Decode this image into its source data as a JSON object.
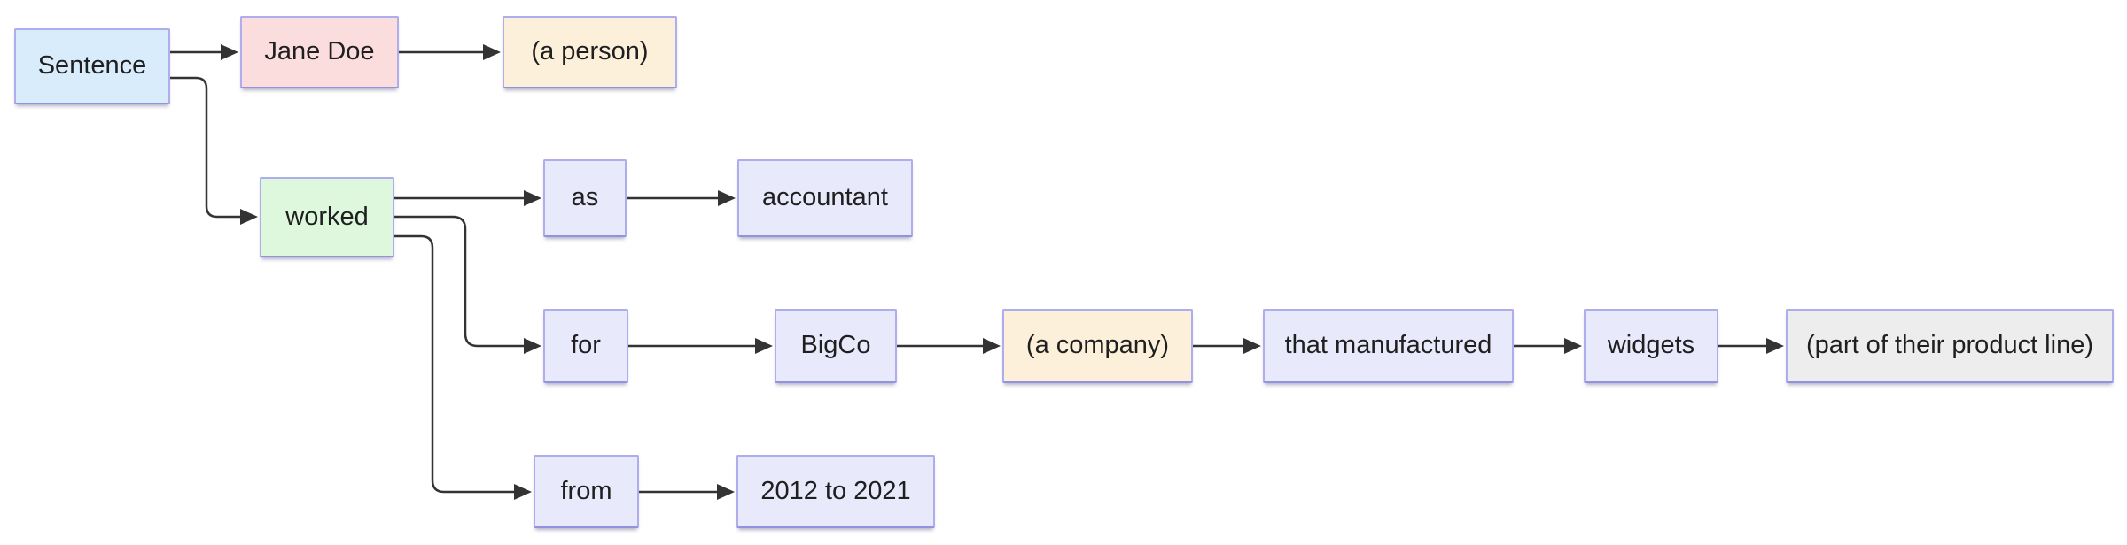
{
  "diagram": {
    "type": "flowchart-lr",
    "background_color": "#ffffff",
    "edge_color": "#333333",
    "text_color": "#1f1f1f",
    "node_border_color": "#aeaeef",
    "nodes": [
      {
        "id": "sentence",
        "label": "Sentence",
        "role": "root",
        "fill": "#d8ecfb"
      },
      {
        "id": "jane",
        "label": "Jane Doe",
        "role": "subject",
        "fill": "#fcdddd"
      },
      {
        "id": "person",
        "label": "(a person)",
        "role": "annotation",
        "fill": "#fcf0da"
      },
      {
        "id": "worked",
        "label": "worked",
        "role": "verb",
        "fill": "#def8de"
      },
      {
        "id": "as",
        "label": "as",
        "role": "phrase",
        "fill": "#e9e9fc"
      },
      {
        "id": "accountant",
        "label": "accountant",
        "role": "phrase",
        "fill": "#e9e9fc"
      },
      {
        "id": "for",
        "label": "for",
        "role": "phrase",
        "fill": "#e9e9fc"
      },
      {
        "id": "bigco",
        "label": "BigCo",
        "role": "phrase",
        "fill": "#e9e9fc"
      },
      {
        "id": "company",
        "label": "(a company)",
        "role": "annotation",
        "fill": "#fcf0da"
      },
      {
        "id": "manufactured",
        "label": "that manufactured",
        "role": "phrase",
        "fill": "#e9e9fc"
      },
      {
        "id": "widgets",
        "label": "widgets",
        "role": "phrase",
        "fill": "#e9e9fc"
      },
      {
        "id": "productline",
        "label": "(part of their product line)",
        "role": "annotation",
        "fill": "#ededed"
      },
      {
        "id": "from",
        "label": "from",
        "role": "phrase",
        "fill": "#e9e9fc"
      },
      {
        "id": "dates",
        "label": "2012 to 2021",
        "role": "phrase",
        "fill": "#e9e9fc"
      }
    ],
    "edges": [
      {
        "from": "sentence",
        "to": "jane"
      },
      {
        "from": "jane",
        "to": "person"
      },
      {
        "from": "sentence",
        "to": "worked"
      },
      {
        "from": "worked",
        "to": "as"
      },
      {
        "from": "as",
        "to": "accountant"
      },
      {
        "from": "worked",
        "to": "for"
      },
      {
        "from": "for",
        "to": "bigco"
      },
      {
        "from": "bigco",
        "to": "company"
      },
      {
        "from": "company",
        "to": "manufactured"
      },
      {
        "from": "manufactured",
        "to": "widgets"
      },
      {
        "from": "widgets",
        "to": "productline"
      },
      {
        "from": "worked",
        "to": "from"
      },
      {
        "from": "from",
        "to": "dates"
      }
    ]
  }
}
